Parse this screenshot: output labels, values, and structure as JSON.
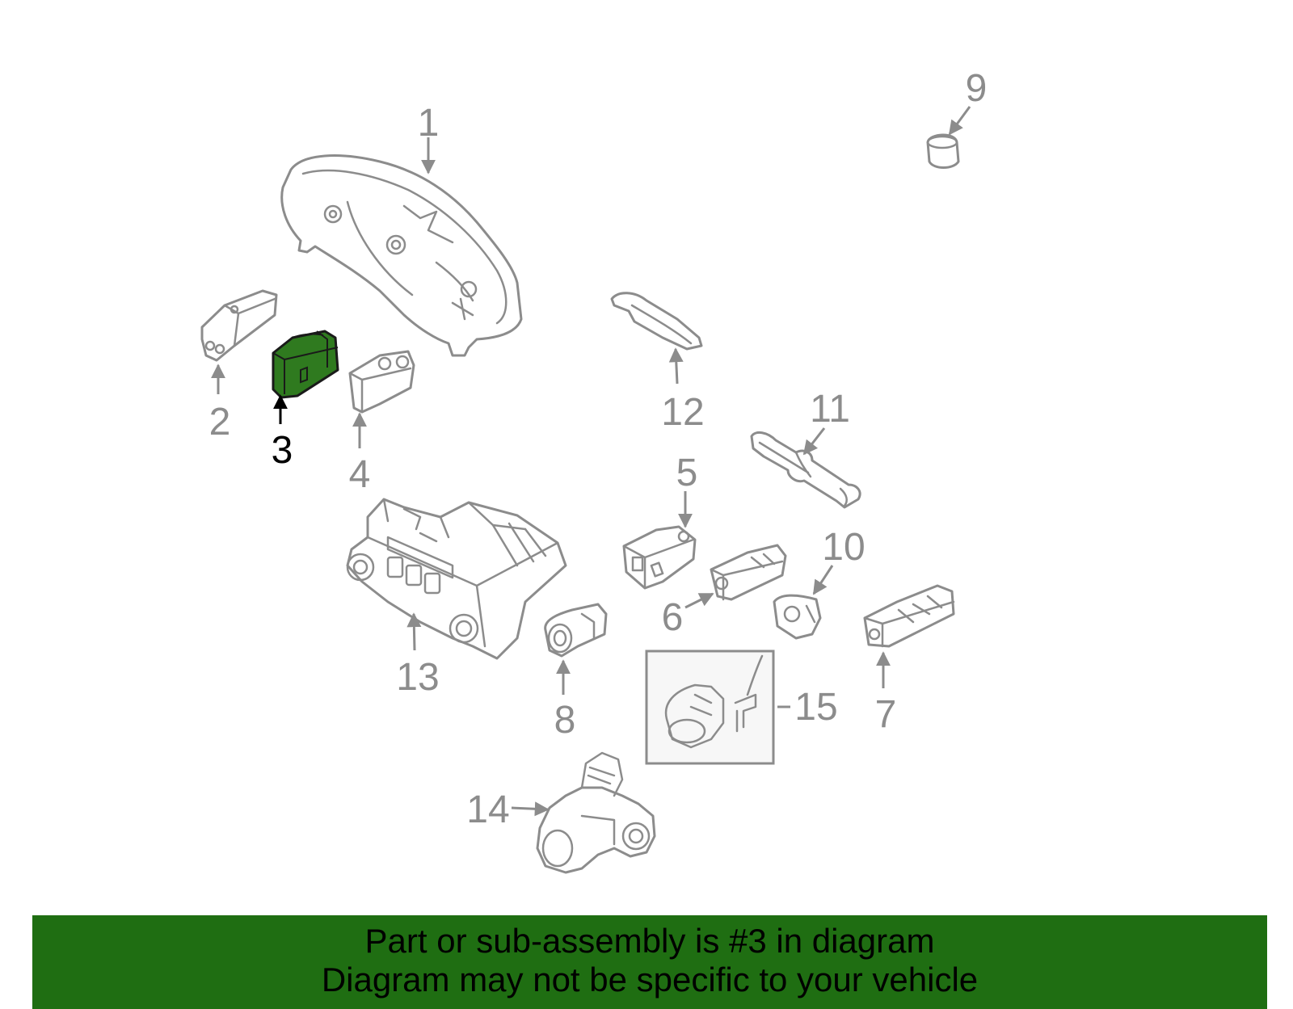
{
  "colors": {
    "highlight": "#2f7a1f",
    "line": "#8c8c8c",
    "banner_bg": "#1f6e12",
    "banner_text": "#000000",
    "background": "#ffffff"
  },
  "highlighted_callout": "3",
  "callouts": [
    "1",
    "2",
    "3",
    "4",
    "5",
    "6",
    "7",
    "8",
    "9",
    "10",
    "11",
    "12",
    "13",
    "14",
    "15"
  ],
  "banner": {
    "line1": "Part or sub-assembly is #3 in diagram",
    "line2": "Diagram may not be specific to your vehicle"
  }
}
